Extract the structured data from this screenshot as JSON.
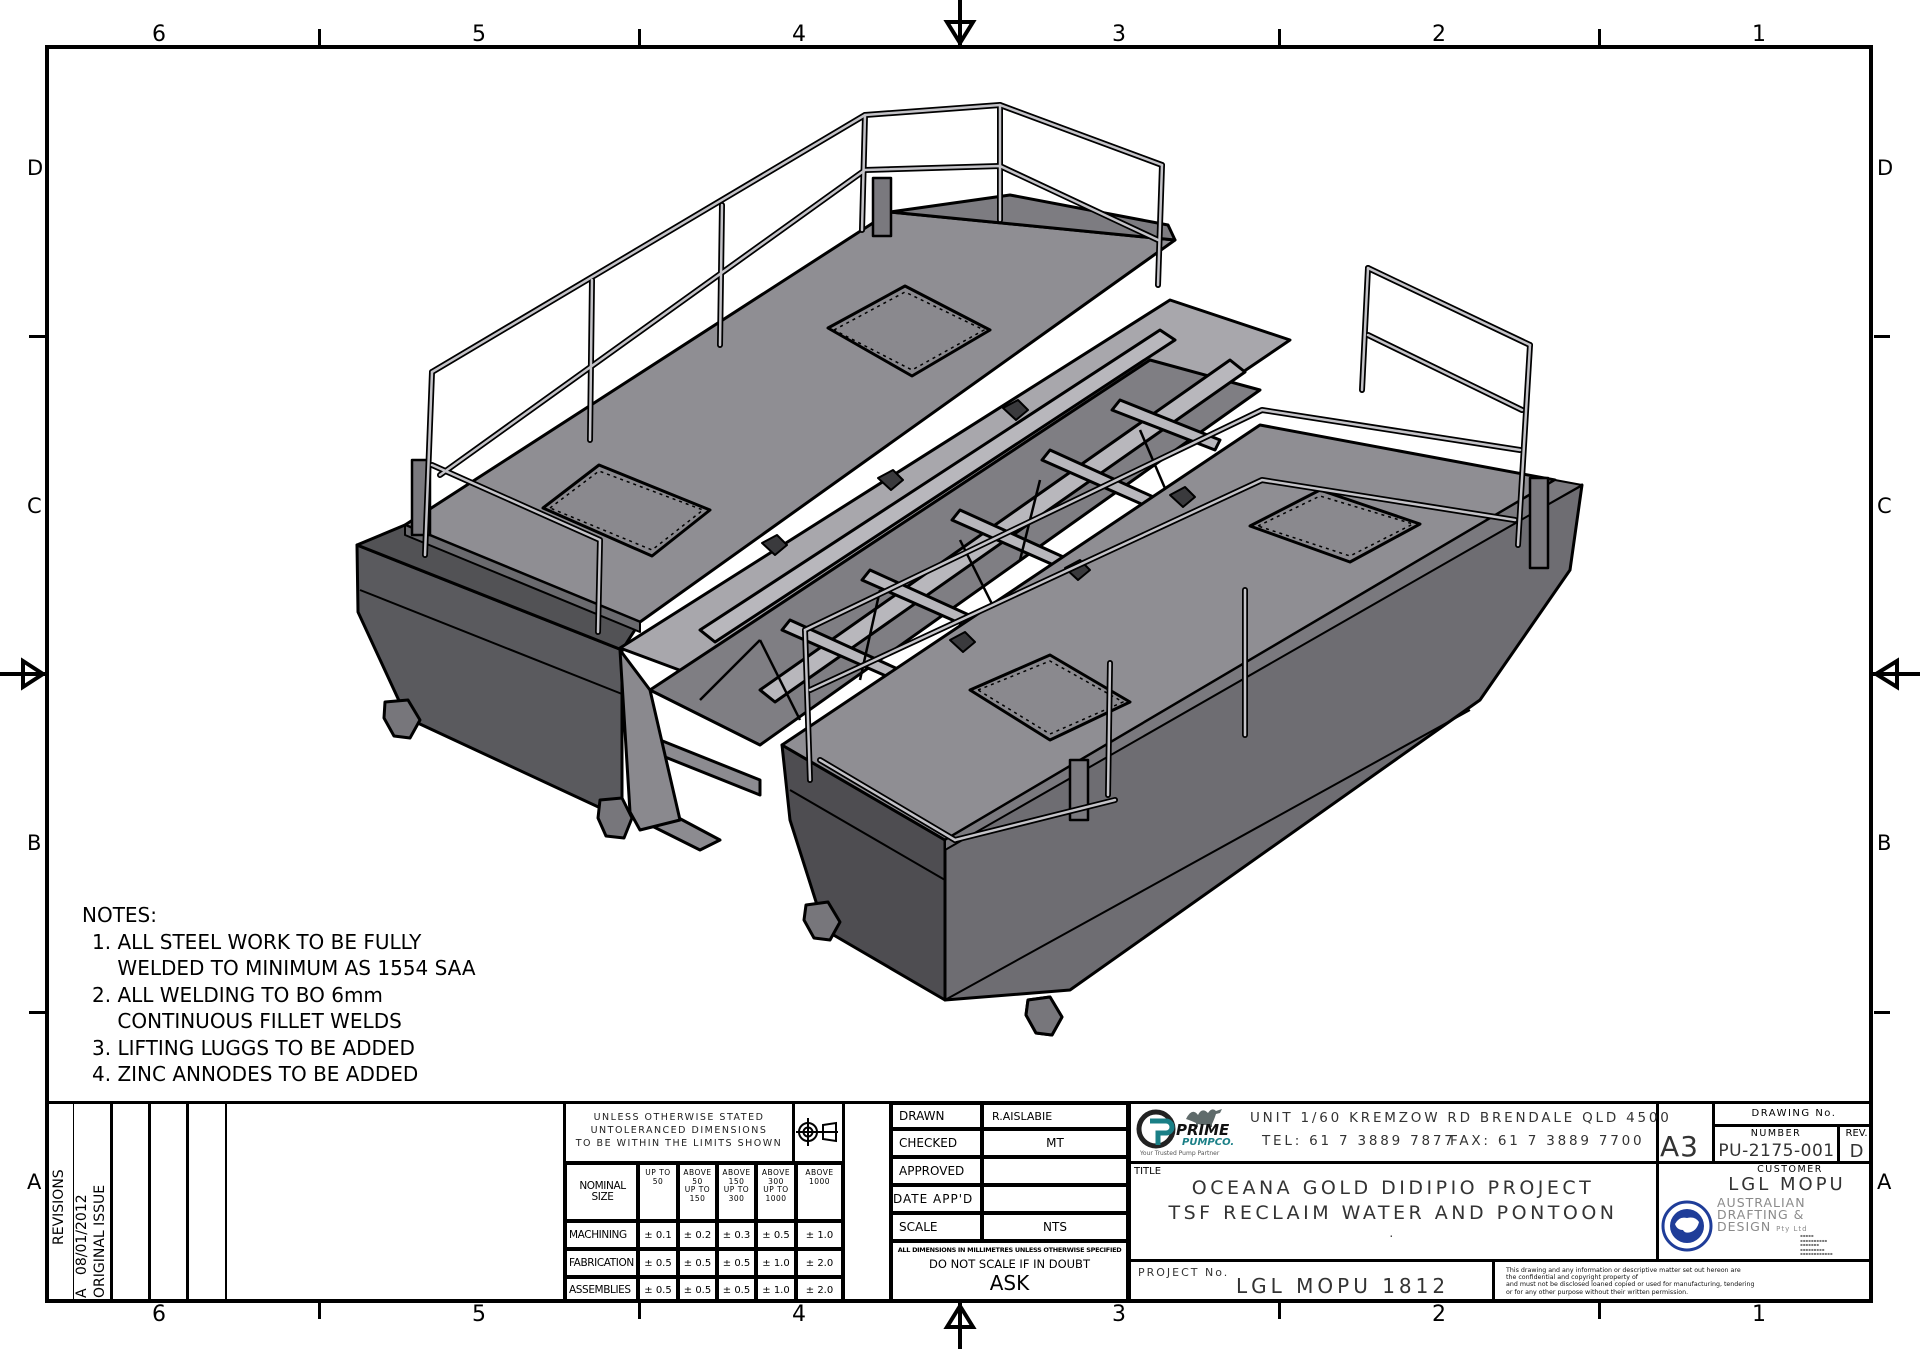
{
  "border": {
    "top_zone_numbers": [
      "6",
      "5",
      "4",
      "3",
      "2",
      "1"
    ],
    "bottom_zone_numbers": [
      "6",
      "5",
      "4",
      "3",
      "2",
      "1"
    ],
    "left_zone_letters": [
      "D",
      "C",
      "B",
      "A"
    ],
    "right_zone_letters": [
      "D",
      "C",
      "B",
      "A"
    ]
  },
  "model": {
    "description": "Isometric 3D view of twin-hull pontoon with handrails, deck hatches and central truss frame",
    "colors": {
      "deck": "#8f8e93",
      "hull_side_left": "#525255",
      "hull_side_right_long": "#6e6d72",
      "hull_end": "#4e4d51",
      "truss": "#a8a7ac",
      "outline": "#000000"
    }
  },
  "notes": {
    "heading": "NOTES:",
    "items": [
      "1. ALL STEEL WORK TO BE FULLY",
      "    WELDED TO MINIMUM AS 1554 SAA",
      "2. ALL WELDING TO BO 6mm",
      "    CONTINUOUS FILLET WELDS",
      "3. LIFTING LUGGS TO BE ADDED",
      "4. ZINC ANNODES TO BE ADDED"
    ]
  },
  "revisions": {
    "label": "REVISIONS",
    "entries": [
      {
        "rev": "A",
        "date": "08/01/2012",
        "description": "ORIGINAL ISSUE"
      }
    ]
  },
  "tolerances": {
    "header_lines": [
      "UNLESS OTHERWISE STATED",
      "UNTOLERANCED DIMENSIONS",
      "TO BE WITHIN THE LIMITS SHOWN"
    ],
    "projection_symbol": "third-angle-projection-icon",
    "columns": [
      "NOMINAL SIZE",
      "UP TO\n50",
      "ABOVE\n50\nUP TO\n150",
      "ABOVE\n150\nUP TO\n300",
      "ABOVE\n300\nUP TO\n1000",
      "ABOVE\n1000"
    ],
    "rows": [
      {
        "label": "MACHINING",
        "values": [
          "± 0.1",
          "± 0.2",
          "± 0.3",
          "± 0.5",
          "± 1.0"
        ]
      },
      {
        "label": "FABRICATION",
        "values": [
          "± 0.5",
          "± 0.5",
          "± 0.5",
          "± 1.0",
          "± 2.0"
        ]
      },
      {
        "label": "ASSEMBLIES",
        "values": [
          "± 0.5",
          "± 0.5",
          "± 0.5",
          "± 1.0",
          "± 2.0"
        ]
      }
    ]
  },
  "approvals": {
    "rows": [
      {
        "label": "DRAWN",
        "value": "R.AISLABIE"
      },
      {
        "label": "CHECKED",
        "value": "MT"
      },
      {
        "label": "APPROVED",
        "value": ""
      },
      {
        "label": "DATE APP'D",
        "value": ""
      },
      {
        "label": "SCALE",
        "value": "NTS"
      }
    ],
    "dimension_note": "ALL DIMENSIONS IN MILLIMETRES UNLESS OTHERWISE SPECIFIED",
    "scale_warning": "DO NOT SCALE IF IN DOUBT",
    "ask": "ASK"
  },
  "company": {
    "name_line1": "PRIME",
    "name_line2": "PUMPCO.",
    "tagline": "Your Trusted Pump Partner",
    "address": "UNIT 1/60 KREMZOW RD BRENDALE QLD 4500",
    "phone": "TEL: 61 7 3889 7877",
    "fax": "FAX: 61 7 3889 7700",
    "brand_color": "#1a7f86"
  },
  "title_block": {
    "title_label": "TITLE",
    "title_line1": "OCEANA GOLD DIDIPIO PROJECT",
    "title_line2": "TSF RECLAIM WATER AND PONTOON",
    "title_line3": ".",
    "project_label": "PROJECT No.",
    "project_number": "LGL MOPU 1812",
    "sheet_size": "A3",
    "drawing_no_label": "DRAWING No.",
    "number_label": "NUMBER",
    "number": "PU-2175-001",
    "rev_label": "REV.",
    "rev": "D",
    "customer_label": "CUSTOMER",
    "customer": "LGL MOPU",
    "drafter_line1": "AUSTRALIAN",
    "drafter_line2": "DRAFTING &",
    "drafter_line3": "DESIGN",
    "drafter_suffix": "Pty Ltd",
    "drafter_badge": "ADD",
    "drafter_color": "#1f3d99",
    "copyright_lines": [
      "This drawing and any information or descriptive matter set out hereon are",
      "the confidential and copyright property of",
      "and must not be disclosed loaned copied or used for manufacturing, tendering",
      "or for any other purpose without their written permission."
    ]
  }
}
